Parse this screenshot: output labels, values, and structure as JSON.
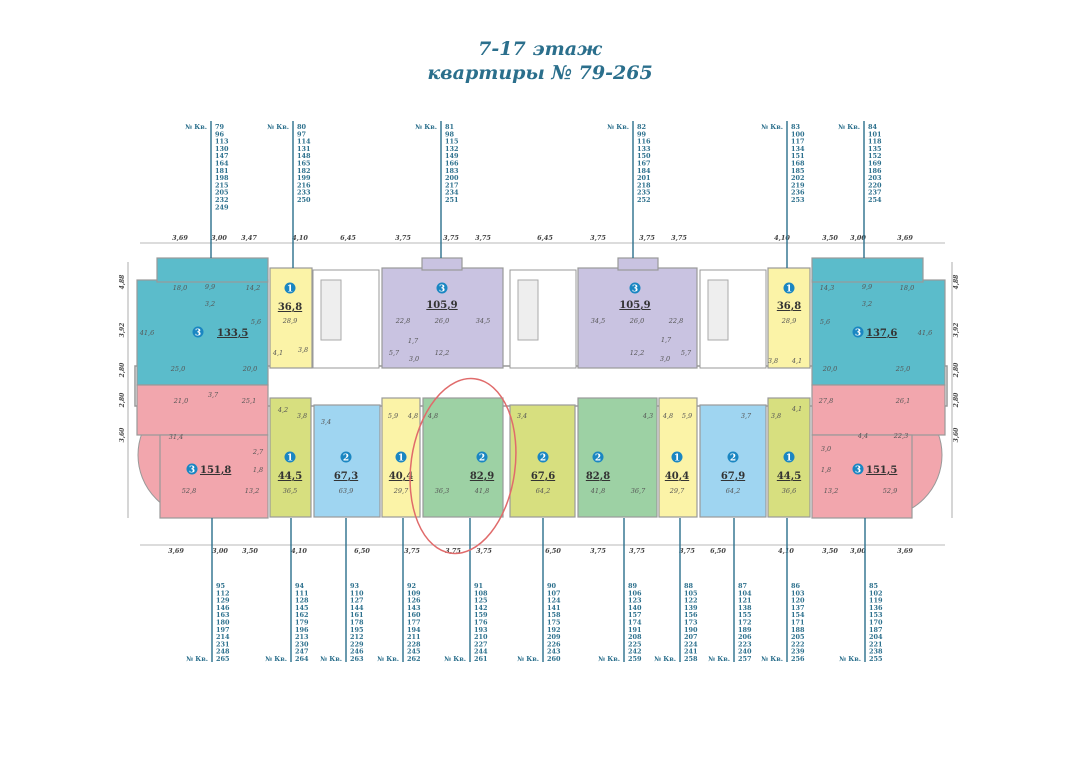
{
  "header": {
    "title": "7-17 этаж",
    "subtitle": "квартиры № 79-265"
  },
  "apt_label": "№ Кв.",
  "colors": {
    "teal": "#5bbccb",
    "yellow": "#fbf3a7",
    "purple": "#c9c3e1",
    "pink": "#f2a6ad",
    "olive": "#d7df7f",
    "blue": "#9fd5f1",
    "green": "#9dd1a4",
    "line": "#2b6f8c",
    "badge": "#1a86c2",
    "annotation": "#e06b6b"
  },
  "units": [
    {
      "rooms": "3",
      "total": "133,5",
      "color": "teal",
      "areas": [
        "18,0",
        "9,9",
        "14,2",
        "3,2",
        "5,6",
        "41,6",
        "25,0",
        "20,0"
      ]
    },
    {
      "rooms": "1",
      "total": "36,8",
      "color": "yellow",
      "areas": [
        "28,9",
        "4,1",
        "3,8"
      ]
    },
    {
      "rooms": "3",
      "total": "105,9",
      "color": "purple",
      "areas": [
        "22,8",
        "26,0",
        "34,5",
        "1,7",
        "5,7",
        "3,0",
        "12,2"
      ]
    },
    {
      "rooms": "3",
      "total": "105,9",
      "color": "purple",
      "areas": [
        "34,5",
        "26,0",
        "22,8",
        "1,7",
        "12,2",
        "3,0",
        "5,7"
      ]
    },
    {
      "rooms": "1",
      "total": "36,8",
      "color": "yellow",
      "areas": [
        "28,9",
        "3,8",
        "4,1"
      ]
    },
    {
      "rooms": "3",
      "total": "137,6",
      "color": "teal",
      "areas": [
        "14,3",
        "9,9",
        "18,0",
        "3,2",
        "5,6",
        "41,6",
        "20,0",
        "25,0"
      ]
    },
    {
      "rooms": "3",
      "total": "151,8",
      "color": "pink",
      "areas": [
        "21,0",
        "3,7",
        "25,1",
        "31,4",
        "2,7",
        "1,8",
        "52,8",
        "13,2"
      ]
    },
    {
      "rooms": "1",
      "total": "44,5",
      "color": "olive",
      "areas": [
        "4,2",
        "3,8",
        "36,5"
      ]
    },
    {
      "rooms": "2",
      "total": "67,3",
      "color": "blue",
      "areas": [
        "3,4",
        "63,9"
      ]
    },
    {
      "rooms": "1",
      "total": "40,4",
      "color": "yellow",
      "areas": [
        "5,9",
        "4,8",
        "29,7"
      ]
    },
    {
      "rooms": "2",
      "total": "82,9",
      "color": "green",
      "areas": [
        "4,8",
        "36,3",
        "41,8"
      ]
    },
    {
      "rooms": "2",
      "total": "67,6",
      "color": "olive",
      "areas": [
        "3,4",
        "64,2"
      ]
    },
    {
      "rooms": "2",
      "total": "82,8",
      "color": "green",
      "areas": [
        "41,8",
        "4,3",
        "36,7"
      ]
    },
    {
      "rooms": "1",
      "total": "40,4",
      "color": "yellow",
      "areas": [
        "4,8",
        "5,9",
        "29,7"
      ]
    },
    {
      "rooms": "2",
      "total": "67,9",
      "color": "blue",
      "areas": [
        "3,7",
        "64,2"
      ]
    },
    {
      "rooms": "1",
      "total": "44,5",
      "color": "olive",
      "areas": [
        "3,8",
        "4,1",
        "36,6"
      ]
    },
    {
      "rooms": "3",
      "total": "151,5",
      "color": "pink",
      "areas": [
        "27,8",
        "26,1",
        "4,4",
        "22,3",
        "3,0",
        "1,8",
        "13,2",
        "52,9"
      ]
    }
  ],
  "apartments_top": [
    [
      "79",
      "96",
      "113",
      "130",
      "147",
      "164",
      "181",
      "198",
      "215",
      "205",
      "232",
      "249"
    ],
    [
      "80",
      "97",
      "114",
      "131",
      "148",
      "165",
      "182",
      "199",
      "216",
      "233",
      "250"
    ],
    [
      "81",
      "98",
      "115",
      "132",
      "149",
      "166",
      "183",
      "200",
      "217",
      "234",
      "251"
    ],
    [
      "82",
      "99",
      "116",
      "133",
      "150",
      "167",
      "184",
      "201",
      "218",
      "235",
      "252"
    ],
    [
      "83",
      "100",
      "117",
      "134",
      "151",
      "168",
      "185",
      "202",
      "219",
      "236",
      "253"
    ],
    [
      "84",
      "101",
      "118",
      "135",
      "152",
      "169",
      "186",
      "203",
      "220",
      "237",
      "254"
    ]
  ],
  "apartments_bottom": [
    [
      "95",
      "112",
      "129",
      "146",
      "163",
      "180",
      "197",
      "214",
      "231",
      "248",
      "265"
    ],
    [
      "94",
      "111",
      "128",
      "145",
      "162",
      "179",
      "196",
      "213",
      "230",
      "247",
      "264"
    ],
    [
      "93",
      "110",
      "127",
      "144",
      "161",
      "178",
      "195",
      "212",
      "229",
      "246",
      "263"
    ],
    [
      "92",
      "109",
      "126",
      "143",
      "160",
      "177",
      "194",
      "211",
      "228",
      "245",
      "262"
    ],
    [
      "91",
      "108",
      "125",
      "142",
      "159",
      "176",
      "193",
      "210",
      "227",
      "244",
      "261"
    ],
    [
      "90",
      "107",
      "124",
      "141",
      "158",
      "175",
      "192",
      "209",
      "226",
      "243",
      "260"
    ],
    [
      "89",
      "106",
      "123",
      "140",
      "157",
      "174",
      "191",
      "208",
      "225",
      "242",
      "259"
    ],
    [
      "88",
      "105",
      "122",
      "139",
      "156",
      "173",
      "190",
      "207",
      "224",
      "241",
      "258"
    ],
    [
      "87",
      "104",
      "121",
      "138",
      "155",
      "172",
      "189",
      "206",
      "223",
      "240",
      "257"
    ],
    [
      "86",
      "103",
      "120",
      "137",
      "154",
      "171",
      "188",
      "205",
      "222",
      "239",
      "256"
    ],
    [
      "85",
      "102",
      "119",
      "136",
      "153",
      "170",
      "187",
      "204",
      "221",
      "238",
      "255"
    ]
  ],
  "dims_top": [
    "3,69",
    "3,00",
    "3,47",
    "4,10",
    "6,45",
    "3,75",
    "3,75",
    "3,75",
    "6,45",
    "3,75",
    "3,75",
    "3,75",
    "4,10",
    "3,50",
    "3,00",
    "3,69"
  ],
  "dims_bottom": [
    "3,69",
    "3,00",
    "3,50",
    "4,10",
    "6,50",
    "3,75",
    "3,75",
    "3,75",
    "6,50",
    "3,75",
    "3,75",
    "3,75",
    "6,50",
    "4,10",
    "3,50",
    "3,00",
    "3,69"
  ],
  "dims_side": [
    "4,88",
    "3,92",
    "2,80",
    "2,80",
    "3,60"
  ]
}
